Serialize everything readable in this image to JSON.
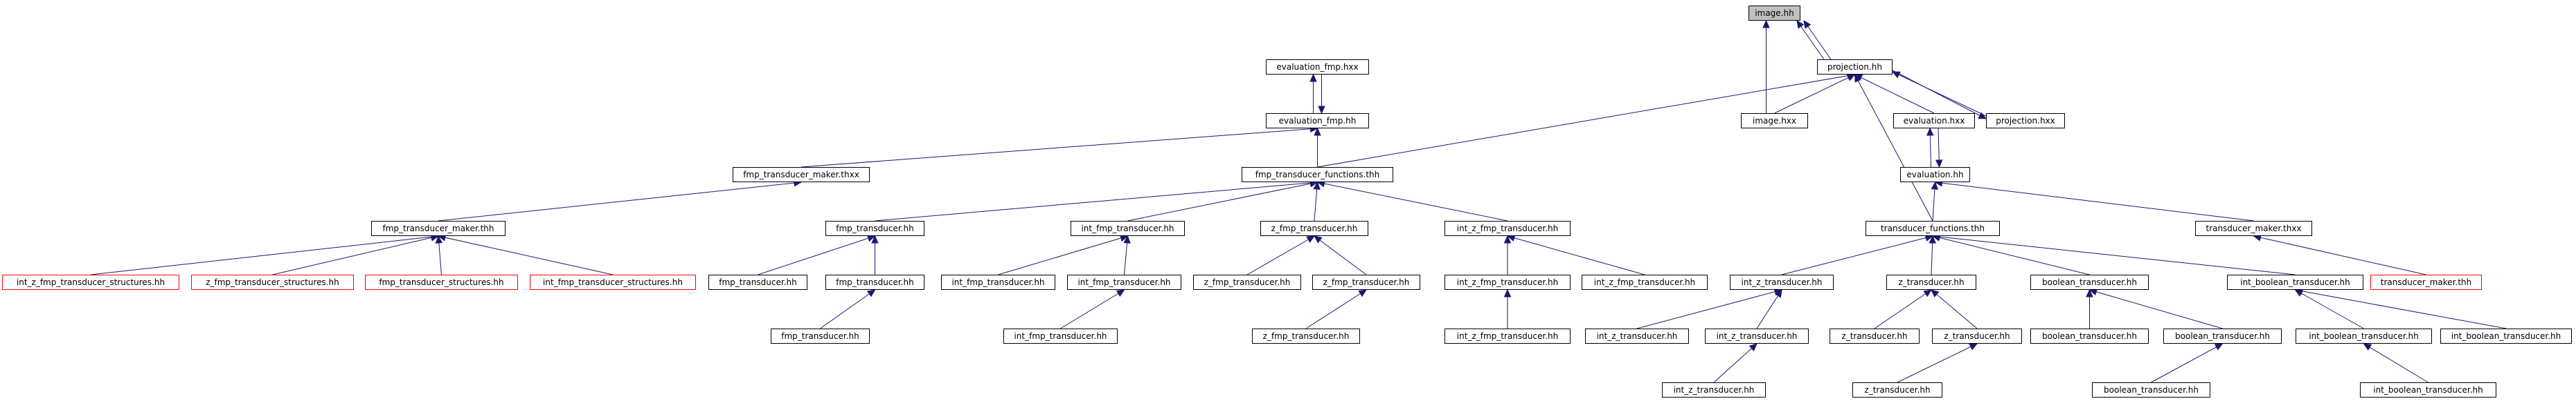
{
  "colors": {
    "edge": "#191970",
    "node_border": "#000000",
    "root_fill": "#bfbfbf",
    "truncated_border": "#ff0000"
  },
  "nodes": {
    "image_hh": "image.hh",
    "evaluation_fmp_hxx": "evaluation_fmp.hxx",
    "projection_hh": "projection.hh",
    "evaluation_fmp_hh": "evaluation_fmp.hh",
    "image_hxx": "image.hxx",
    "evaluation_hxx": "evaluation.hxx",
    "projection_hxx": "projection.hxx",
    "fmp_transducer_maker_thxx": "fmp_transducer_maker.thxx",
    "fmp_transducer_functions_thh": "fmp_transducer_functions.thh",
    "evaluation_hh": "evaluation.hh",
    "fmp_transducer_maker_thh": "fmp_transducer_maker.thh",
    "fmp_transducer_hh_a": "fmp_transducer.hh",
    "int_fmp_transducer_hh_a": "int_fmp_transducer.hh",
    "z_fmp_transducer_hh_a": "z_fmp_transducer.hh",
    "int_z_fmp_transducer_hh_a": "int_z_fmp_transducer.hh",
    "transducer_functions_thh": "transducer_functions.thh",
    "transducer_maker_thxx": "transducer_maker.thxx",
    "int_z_fmp_transducer_structures_hh": "int_z_fmp_transducer_structures.hh",
    "z_fmp_transducer_structures_hh": "z_fmp_transducer_structures.hh",
    "fmp_transducer_structures_hh": "fmp_transducer_structures.hh",
    "int_fmp_transducer_structures_hh": "int_fmp_transducer_structures.hh",
    "fmp_transducer_hh_b": "fmp_transducer.hh",
    "fmp_transducer_hh_c": "fmp_transducer.hh",
    "int_fmp_transducer_hh_b": "int_fmp_transducer.hh",
    "int_fmp_transducer_hh_c": "int_fmp_transducer.hh",
    "z_fmp_transducer_hh_b": "z_fmp_transducer.hh",
    "z_fmp_transducer_hh_c": "z_fmp_transducer.hh",
    "int_z_fmp_transducer_hh_b": "int_z_fmp_transducer.hh",
    "int_z_fmp_transducer_hh_c": "int_z_fmp_transducer.hh",
    "int_z_transducer_hh_a": "int_z_transducer.hh",
    "z_transducer_hh_a": "z_transducer.hh",
    "boolean_transducer_hh_a": "boolean_transducer.hh",
    "int_boolean_transducer_hh_a": "int_boolean_transducer.hh",
    "transducer_maker_thh": "transducer_maker.thh",
    "fmp_transducer_hh_d": "fmp_transducer.hh",
    "int_fmp_transducer_hh_d": "int_fmp_transducer.hh",
    "z_fmp_transducer_hh_d": "z_fmp_transducer.hh",
    "int_z_fmp_transducer_hh_d": "int_z_fmp_transducer.hh",
    "int_z_transducer_hh_b": "int_z_transducer.hh",
    "int_z_transducer_hh_c": "int_z_transducer.hh",
    "z_transducer_hh_b": "z_transducer.hh",
    "z_transducer_hh_c": "z_transducer.hh",
    "boolean_transducer_hh_b": "boolean_transducer.hh",
    "boolean_transducer_hh_c": "boolean_transducer.hh",
    "int_boolean_transducer_hh_b": "int_boolean_transducer.hh",
    "int_boolean_transducer_hh_c": "int_boolean_transducer.hh",
    "int_z_transducer_hh_d": "int_z_transducer.hh",
    "z_transducer_hh_d": "z_transducer.hh",
    "boolean_transducer_hh_d": "boolean_transducer.hh",
    "int_boolean_transducer_hh_d": "int_boolean_transducer.hh"
  }
}
